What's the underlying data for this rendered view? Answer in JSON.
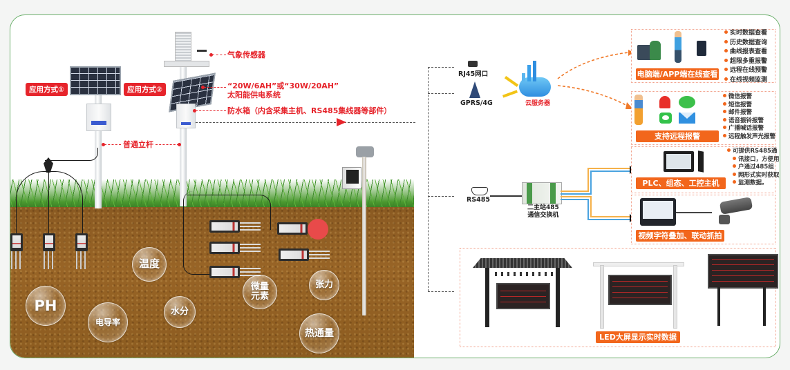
{
  "left_scene": {
    "mode1_label": "应用方式①",
    "mode2_label": "应用方式②",
    "weather_sensor_label": "气象传感器",
    "solar_label_line1": "“20W/6AH”或“30W/20AH”",
    "solar_label_line2": "太阳能供电系统",
    "box_label": "防水箱（内含采集主机、RS485集线器等部件）",
    "pole_label": "普通立杆",
    "bubbles": [
      "温度",
      "PH",
      "电导率",
      "水分",
      "微量元素",
      "张力",
      "热通量"
    ]
  },
  "network": {
    "rj45_label": "RJ45网口",
    "gprs_label": "GPRS/4G",
    "cloud_label": "云服务器",
    "rs485_label": "RS485",
    "switch_label_line1": "二主站485",
    "switch_label_line2": "通信交换机"
  },
  "cards": {
    "app": {
      "title": "电脑端/APP端在线查看",
      "features": [
        "实时数据查看",
        "历史数据查询",
        "曲线报表查看",
        "超限多重报警",
        "远程在线预警",
        "在线视频监测"
      ]
    },
    "alarm": {
      "title": "支持远程报警",
      "features": [
        "微信报警",
        "短信报警",
        "邮件报警",
        "语音振铃报警",
        "广播喊话报警",
        "远程触发声光报警"
      ]
    },
    "plc": {
      "title": "PLC、组态、工控主机",
      "description": [
        "可提供RS485通",
        "讯接口，方便用",
        "户通过485组",
        "网形式实时获取",
        "监测数据。"
      ]
    },
    "video": {
      "title": "视频字符叠加、联动抓拍"
    },
    "led": {
      "title": "LED大屏显示实时数据"
    }
  },
  "colors": {
    "frame_border": "#6aaf6a",
    "label_red": "#e6242b",
    "tag_orange": "#f2661c",
    "card_border": "#f1a08a"
  }
}
